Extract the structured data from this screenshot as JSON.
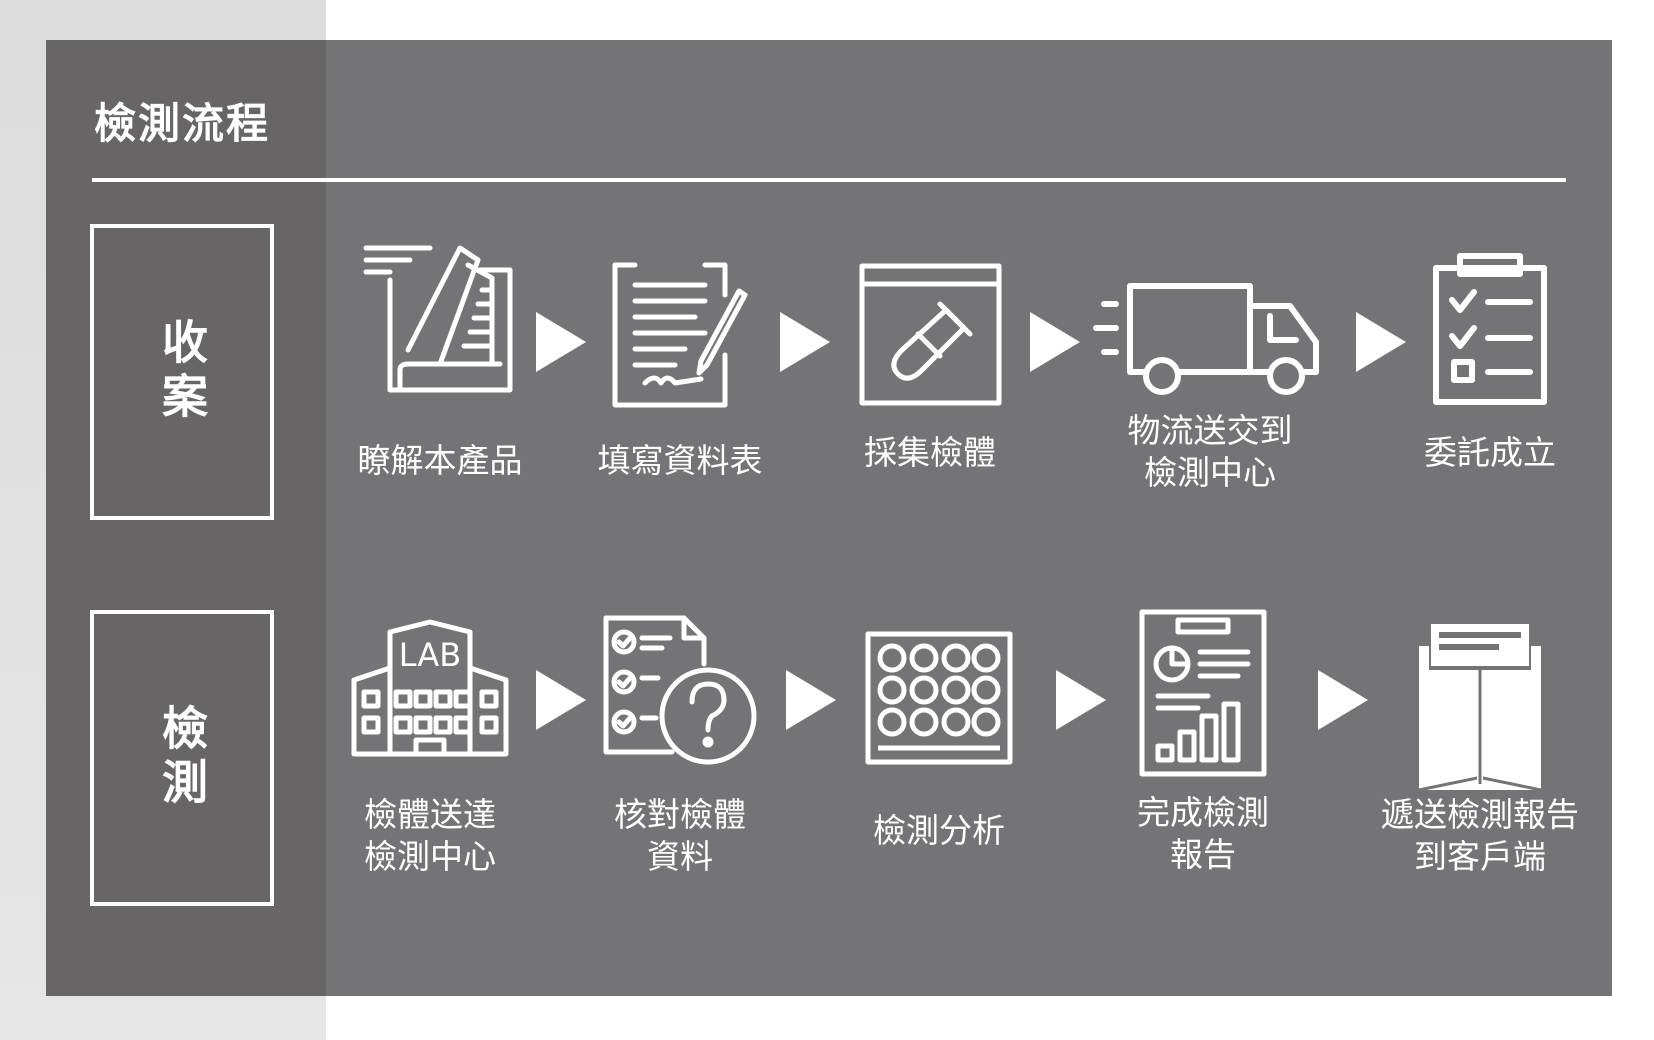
{
  "title": "檢測流程",
  "stages": [
    {
      "label": "收案"
    },
    {
      "label": "檢測"
    }
  ],
  "row1": [
    {
      "icon": "book-icon",
      "label_lines": [
        "瞭解本產品"
      ]
    },
    {
      "icon": "clipboard-sign-icon",
      "label_lines": [
        "填寫資料表"
      ]
    },
    {
      "icon": "test-tube-icon",
      "label_lines": [
        "採集檢體"
      ]
    },
    {
      "icon": "truck-icon",
      "label_lines": [
        "物流送交到",
        "檢測中心"
      ]
    },
    {
      "icon": "checklist-icon",
      "label_lines": [
        "委託成立"
      ]
    }
  ],
  "row2": [
    {
      "icon": "lab-building-icon",
      "label_lines": [
        "檢體送達",
        "檢測中心"
      ],
      "lab_text": "LAB"
    },
    {
      "icon": "question-document-icon",
      "label_lines": [
        "核對檢體",
        "資料"
      ]
    },
    {
      "icon": "well-plate-icon",
      "label_lines": [
        "檢測分析"
      ]
    },
    {
      "icon": "report-chart-icon",
      "label_lines": [
        "完成檢測",
        "報告"
      ]
    },
    {
      "icon": "envelope-icon",
      "label_lines": [
        "遞送檢測報告",
        "到客戶端"
      ]
    }
  ]
}
